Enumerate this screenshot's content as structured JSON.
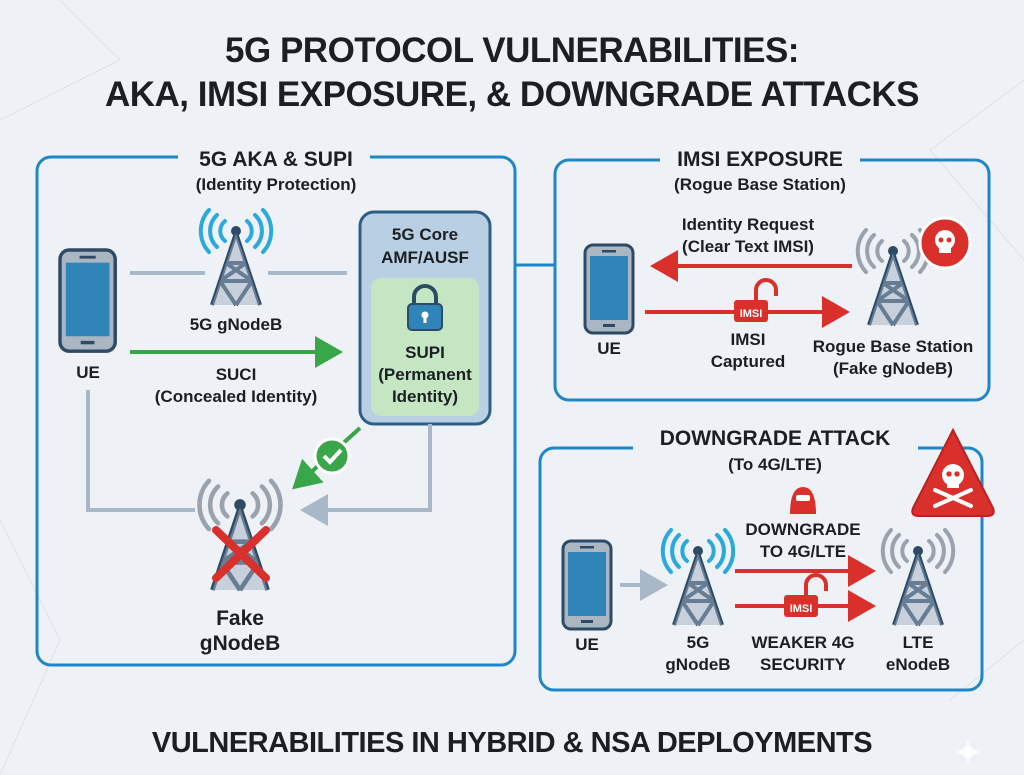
{
  "title": {
    "line1": "5G PROTOCOL VULNERABILITIES:",
    "line2": "AKA, IMSI EXPOSURE, & DOWNGRADE ATTACKS"
  },
  "aka_panel": {
    "title": "5G AKA & SUPI",
    "subtitle": "(Identity Protection)",
    "ue_label": "UE",
    "gnodeb_label": "5G gNodeB",
    "core_line1": "5G Core",
    "core_line2": "AMF/AUSF",
    "supi_line1": "SUPI",
    "supi_line2": "(Permanent",
    "supi_line3": "Identity)",
    "suci_line1": "SUCI",
    "suci_line2": "(Concealed Identity)",
    "fake_line1": "Fake",
    "fake_line2": "gNodeB"
  },
  "imsi_panel": {
    "title": "IMSI EXPOSURE",
    "subtitle": "(Rogue Base Station)",
    "ue_label": "UE",
    "request_line1": "Identity Request",
    "request_line2": "(Clear Text IMSI)",
    "badge": "IMSI",
    "captured_line1": "IMSI",
    "captured_line2": "Captured",
    "rogue_line1": "Rogue Base Station",
    "rogue_line2": "(Fake gNodeB)"
  },
  "downgrade_panel": {
    "title": "DOWNGRADE ATTACK",
    "subtitle": "(To 4G/LTE)",
    "ue_label": "UE",
    "gnodeb_line1": "5G",
    "gnodeb_line2": "gNodeB",
    "attack_line1": "DOWNGRADE",
    "attack_line2": "TO 4G/LTE",
    "badge": "IMSI",
    "weaker_line1": "WEAKER 4G",
    "weaker_line2": "SECURITY",
    "lte_line1": "LTE",
    "lte_line2": "eNodeB"
  },
  "footer": "VULNERABILITIES IN HYBRID & NSA DEPLOYMENTS",
  "colors": {
    "accent": "#1f86c8",
    "danger": "#d9302c",
    "safe": "#3aa64a",
    "core": "#b9cfe3",
    "supi": "#c5e6c2"
  }
}
